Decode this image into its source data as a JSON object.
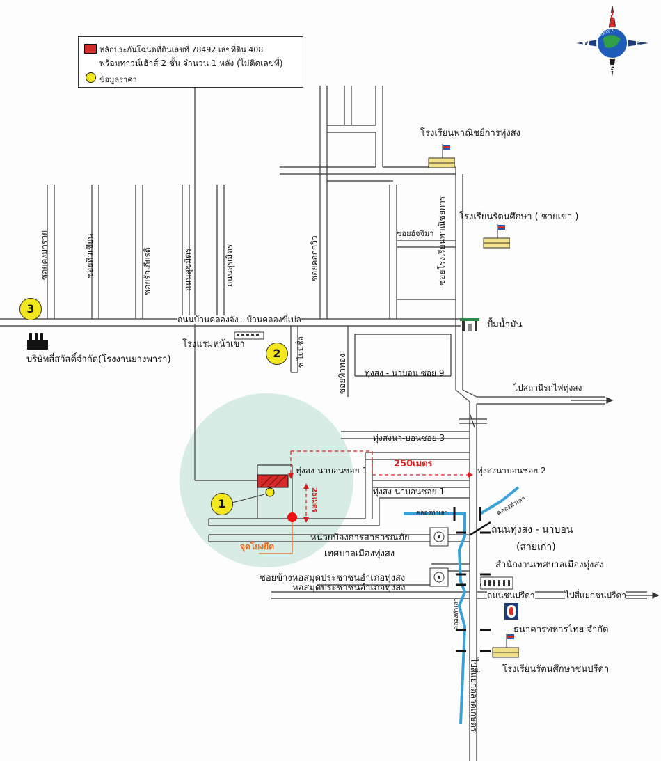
{
  "legend": {
    "plot_text": "หลักประกันโฉนดที่ดินเลขที่ 78492 เลขที่ดิน 408",
    "house_text": "พร้อมทาวน์เฮ้าส์ 2 ชั้น จำนวน 1 หลัง (ไม่ติดเลขที่)",
    "price_text": "ข้อมูลราคา",
    "plot_color": "#d42a2a",
    "price_color": "#f3e81f"
  },
  "compass": {
    "n": "N",
    "s": "S",
    "e": "E",
    "w": "W",
    "ring_text": "WORLD VALUATION"
  },
  "markers": [
    "1",
    "2",
    "3"
  ],
  "roads": {
    "main_horizontal": "ถนนบ้านคลองจัง - บ้านคลองขี่เปล",
    "soi_khongmanruai": "ซอยคงมารวย",
    "soi_thiwkhian": "ซอยทิวเขียน",
    "soi_rakkiatrat": "ซอยรักเกียรติ",
    "thanon_sukmit_1": "ถนนสุขมิตร",
    "thanon_sukmit_2": "ถนนสุขมิตร",
    "soi_khokkrawiw": "ซอยคอกกวิว",
    "soi_oatjima": "ซอยอัจจิมา",
    "soi_rongrian": "ซอยโรงเรียนพาณิชยการ",
    "soi_maisue": "ซ.ไม่มีชื่อ",
    "soi_thiwthong": "ซอยทิวทอง",
    "soi9": "ทุ่งสง - นาบอน ซอย 9",
    "soi3": "ทุ่งสงนา-บอนซอย 3",
    "soi1_upper": "ทุ่งสง-นาบอนซอย 1",
    "soi1_lower": "ทุ่งสง-นาบอนซอย 1",
    "soi2": "ทุ่งสงนาบอนซอย 2",
    "to_station": "ไปสถานีรถไฟทุ่งสง",
    "main_road": "ถนนทุ่งสง - นาบอน",
    "main_road_sub": "(สายเก่า)",
    "chonpreeda": "ถนนชนปรีดา",
    "to_chonpreeda": "ไปสี่แยกชนปรีดา",
    "to_talat": "ไปสี่แยกตลาดเกษตร",
    "klong_thalao_1": "คลองท่าเลา",
    "klong_thalao_2": "คลองท่าเลา",
    "klong_thalao_3": "คลองท่าเลา"
  },
  "distances": {
    "d250": "250เมตร",
    "d25": "25เมตร"
  },
  "landmarks": {
    "school_commerce": "โรงเรียนพาณิชย์การทุ่งสง",
    "school_ratsuksa": "โรงเรียนรัตนศึกษา ( ชายเขา )",
    "gas_station": "ปั้มน้ำมัน",
    "hotel": "โรงแรมหน้าเขา",
    "factory": "บริษัทสี่สวัสดิ์จำกัด(โรงงานยางพารา)",
    "disaster_unit_1": "หน่วยป้องการสาธารณภัย",
    "disaster_unit_2": "เทศบาลเมืองทุ่งสง",
    "library_1": "ซอยข้างหอสมุดประชาชนอำเภอทุ่งสง",
    "library_2": "หอสมุดประชาชนอำเภอทุ่งสง",
    "municipal_office": "สำนักงานเทศบาลเมืองทุ่งสง",
    "bank": "ธนาคารทหารไทย จำกัด",
    "school_chonpreeda": "โรงเรียนรัตนศึกษาชนปรีดา",
    "landmark_point": "จุดโยงยึด"
  },
  "colors": {
    "road": "#444444",
    "canal": "#3aa0d8",
    "circle": "#cfe9e0",
    "red": "#d62020"
  }
}
